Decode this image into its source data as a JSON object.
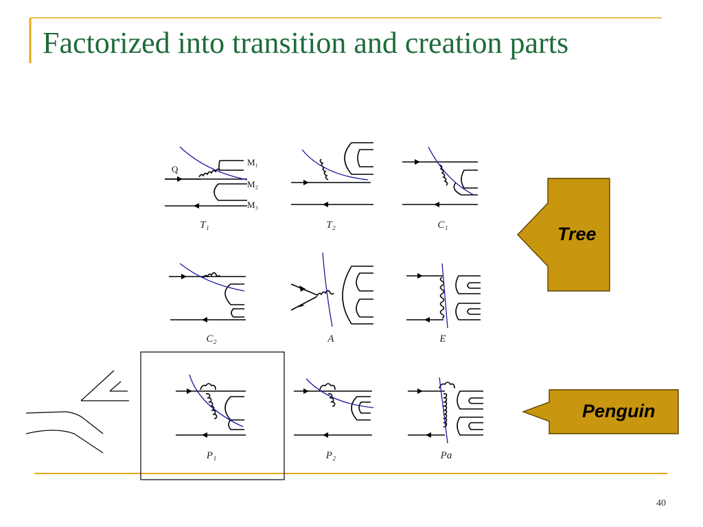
{
  "slide": {
    "title": "Factorized into transition and creation parts",
    "page_number": "40"
  },
  "diagram_labels": {
    "T1": "T₁",
    "T2": "T₂",
    "C1": "C₁",
    "C2": "C₂",
    "A": "A",
    "E": "E",
    "P1": "P₁",
    "P2": "P₂",
    "Pa": "Pa"
  },
  "particle_labels": {
    "q": "Q",
    "m1": "M₁",
    "m2": "M₂",
    "m3": "M₃"
  },
  "callouts": {
    "tree": "Tree",
    "penguin": "Penguin"
  },
  "colors": {
    "title": "#1e6b3a",
    "accent_line": "#e6a817",
    "callout_fill": "#c8960f",
    "callout_stroke": "#5a4000",
    "cut_line": "#1a1aa0"
  }
}
